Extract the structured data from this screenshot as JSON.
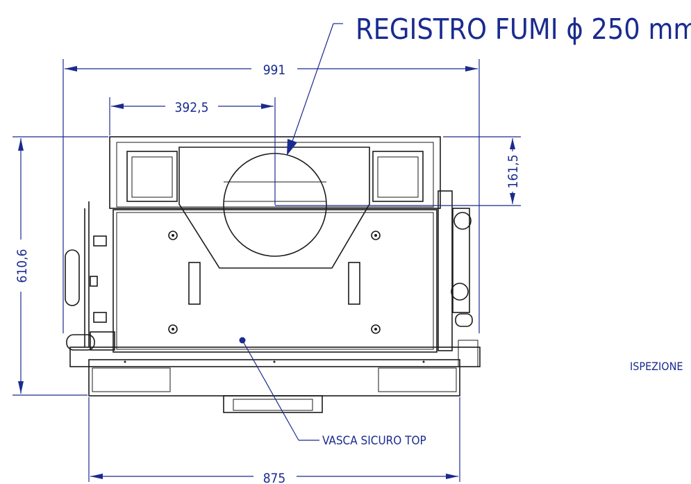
{
  "labels": {
    "flue_register": "REGISTRO FUMI ϕ 250 mm",
    "width_total": "991",
    "flue_offset_x": "392,5",
    "flue_offset_y": "161,5",
    "height_total": "610,6",
    "width_base": "875",
    "tank": "VASCA SICURO TOP",
    "inspection": "ISPEZIONE"
  },
  "colors": {
    "dimension": "#1a2b8f",
    "outline": "#1a1a1a"
  }
}
